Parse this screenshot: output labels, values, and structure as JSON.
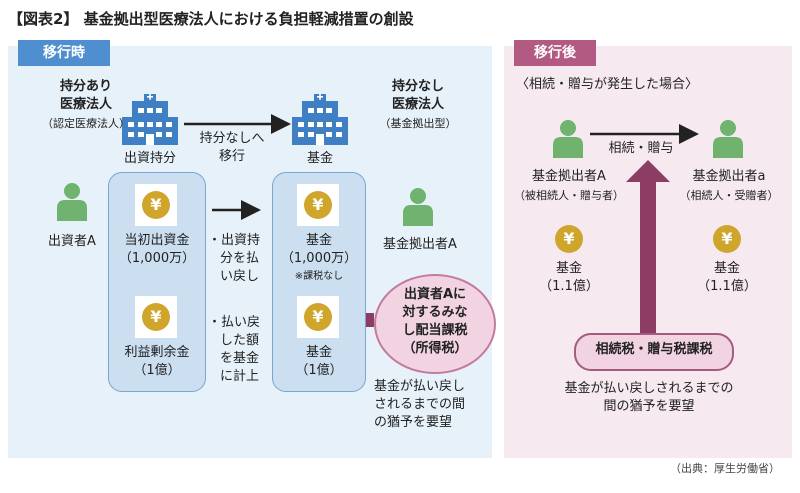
{
  "title": "【図表2】 基金拠出型医療法人における負担軽減措置の創設",
  "left_panel": {
    "tag": "移行時",
    "from_entity": [
      "持分あり",
      "医療法人",
      "（認定医療法人）"
    ],
    "to_entity": [
      "持分なし",
      "医療法人",
      "（基金拠出型）"
    ],
    "transition": [
      "持分なしへ",
      "移行"
    ],
    "from_label": "出資持分",
    "to_label": "基金",
    "investor": "出資者A",
    "contributor": "基金拠出者A",
    "box_left_items": [
      {
        "label": "当初出資金",
        "value": "（1,000万）"
      },
      {
        "label": "利益剰余金",
        "value": "（1億）"
      }
    ],
    "box_right_items": [
      {
        "label": "基金",
        "value": "（1,000万）",
        "note": "※課税なし"
      },
      {
        "label": "基金",
        "value": "（1億）"
      }
    ],
    "middle_notes": [
      [
        "・出資持",
        "分を払",
        "い戻し"
      ],
      [
        "・払い戻",
        "した額",
        "を基金",
        "に計上"
      ]
    ],
    "tax_bubble": [
      "出資者Aに",
      "対するみな",
      "し配当課税",
      "（所得税）"
    ],
    "deferral": [
      "基金が払い戻し",
      "されるまでの間",
      "の猶予を要望"
    ]
  },
  "right_panel": {
    "tag": "移行後",
    "case_label": "〈相続・贈与が発生した場合〉",
    "person_a": [
      "基金拠出者A",
      "（被相続人・贈与者）"
    ],
    "person_b": [
      "基金拠出者a",
      "（相続人・受贈者）"
    ],
    "transfer_label": "相続・贈与",
    "fund_a": [
      "基金",
      "（1.1億）"
    ],
    "fund_b": [
      "基金",
      "（1.1億）"
    ],
    "tax_pill": "相続税・贈与税課税",
    "deferral": [
      "基金が払い戻しされるまでの",
      "間の猶予を要望"
    ]
  },
  "coin_symbol": "¥",
  "footer": "（出典：厚生労働省）",
  "colors": {
    "left_bg": "#e6f1f9",
    "left_tag": "#4f8fd0",
    "box_fill": "#cbdff0",
    "right_bg": "#f7e9f0",
    "right_tag": "#b35a82",
    "tax_arrow": "#8d3d63",
    "person": "#6fb36f",
    "building": "#3f7fc4",
    "coin": "#cfa52b"
  }
}
